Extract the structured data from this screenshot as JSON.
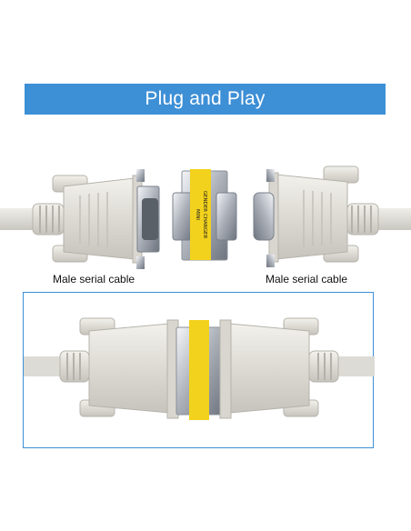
{
  "banner": {
    "title": "Plug and Play",
    "color": "#3d8fd6"
  },
  "captions": {
    "left": "Male serial cable",
    "right": "Male serial cable"
  },
  "adapter": {
    "label_line1": "MINI",
    "label_line2": "GENDER CHANGER",
    "label_color": "#f2d21c"
  },
  "frame": {
    "border_color": "#3d8fd6"
  }
}
